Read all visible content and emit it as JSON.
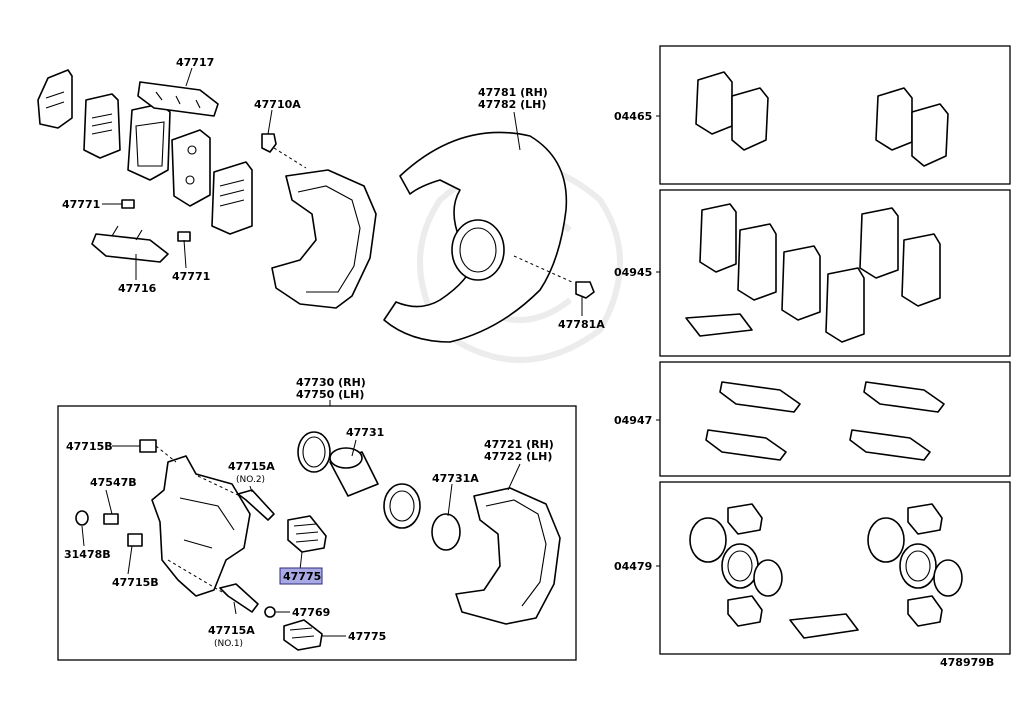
{
  "labels": {
    "p47717": "47717",
    "p47710A": "47710A",
    "p47771a": "47771",
    "p47771b": "47771",
    "p47716": "47716",
    "p47781": "47781 (RH)",
    "p47782": "47782 (LH)",
    "p47781A": "47781A",
    "p47730": "47730 (RH)",
    "p47750": "47750 (LH)",
    "p47715B_top": "47715B",
    "p47547B": "47547B",
    "p31478B": "31478B",
    "p47715B_bot": "47715B",
    "p47715A_no2": "47715A",
    "no2": "(NO.2)",
    "p47731": "47731",
    "p47731A": "47731A",
    "p47721": "47721 (RH)",
    "p47722": "47722 (LH)",
    "p47775_hl": "47775",
    "p47769": "47769",
    "p47715A_no1": "47715A",
    "no1": "(NO.1)",
    "p47775": "47775",
    "k04465": "04465",
    "k04945": "04945",
    "k04947": "04947",
    "k04479": "04479",
    "diagram_id": "478979B"
  },
  "highlight_color": "#a9a9e6"
}
